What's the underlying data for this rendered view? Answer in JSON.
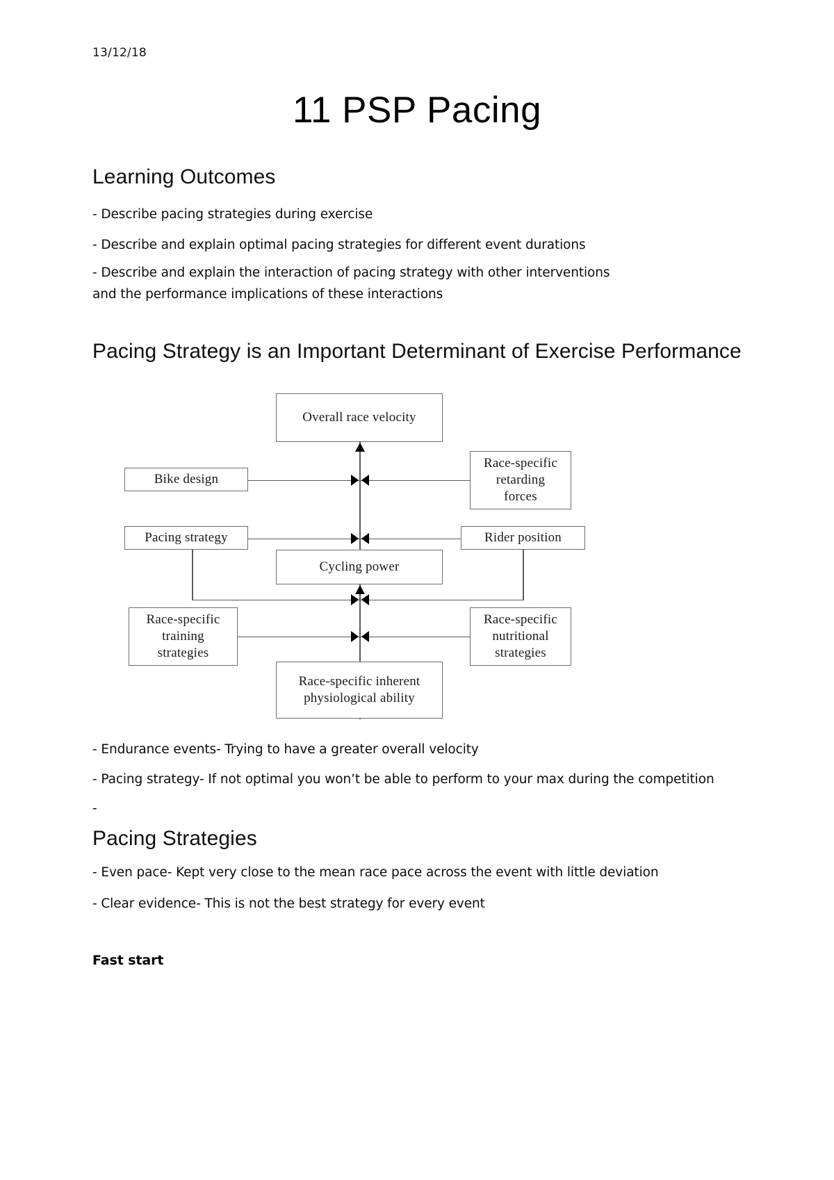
{
  "document": {
    "date": "13/12/18",
    "title": "11 PSP Pacing"
  },
  "sections": {
    "learning_outcomes": {
      "heading": "Learning Outcomes",
      "bullets": [
        "- Describe pacing strategies during exercise",
        "- Describe and explain optimal pacing strategies for different event durations",
        "- Describe and explain the interaction of pacing strategy with other interventions and the performance implications of these interactions"
      ]
    },
    "pacing_determinant": {
      "heading": "Pacing Strategy is an Important Determinant of Exercise Performance",
      "bullets": [
        "- Endurance events- Trying to have a greater overall velocity",
        "- Pacing strategy- If not optimal you won’t be able to perform to your max during the competition",
        "-"
      ]
    },
    "pacing_strategies": {
      "heading": "Pacing Strategies",
      "bullets": [
        "- Even pace- Kept very close to the mean race pace across the event with little deviation",
        "- Clear evidence- This is not the best strategy for every event"
      ]
    },
    "fast_start": {
      "heading": "Fast start"
    }
  },
  "diagram": {
    "nodes": {
      "overall_race_velocity": "Overall race velocity",
      "bike_design": "Bike design",
      "race_specific_retarding_forces": "Race-specific\nretarding\nforces",
      "pacing_strategy": "Pacing strategy",
      "rider_position": "Rider position",
      "cycling_power": "Cycling power",
      "race_specific_training_strategies": "Race-specific\ntraining\nstrategies",
      "race_specific_nutritional_strategies": "Race-specific\nnutritional\nstrategies",
      "race_specific_inherent_physiological_ability": "Race-specific inherent\nphysiological ability"
    },
    "colors": {
      "border": "#6d6d6d",
      "line": "#5a5a5a",
      "arrow": "#000000",
      "text": "#1a1a1a"
    }
  }
}
